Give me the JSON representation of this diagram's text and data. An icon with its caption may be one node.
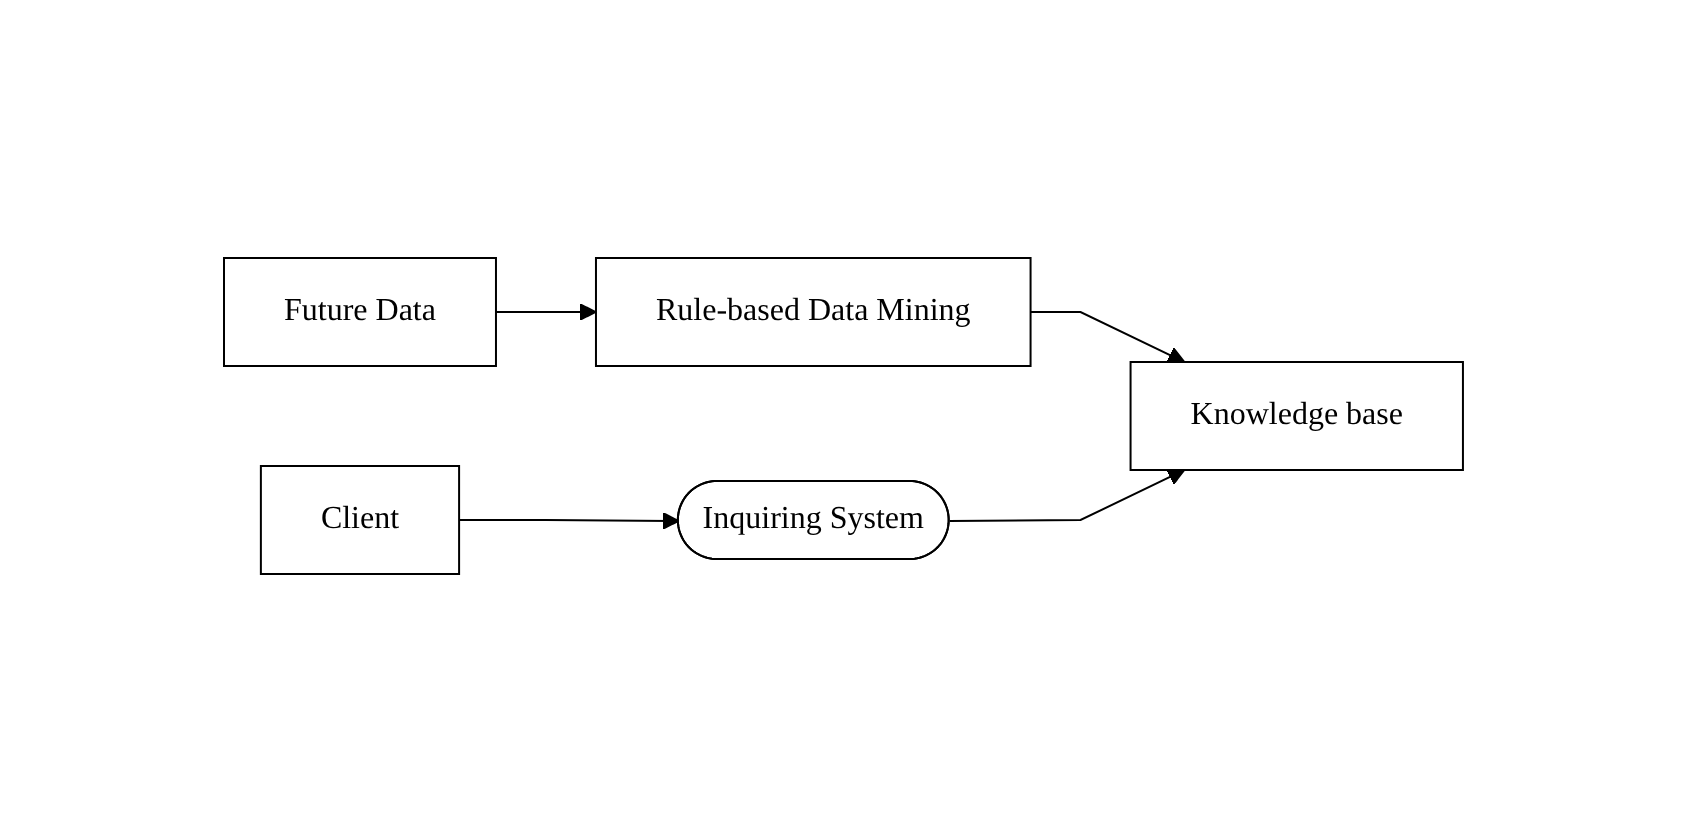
{
  "diagram": {
    "nodes": [
      {
        "text": [
          "Future Data"
        ]
      },
      {
        "text": [
          "Rule-based Data Mining"
        ]
      },
      {
        "text": [
          "Knowledge base"
        ]
      },
      {
        "text": [
          "Client"
        ]
      },
      {
        "text": [
          "Inquiring System"
        ]
      }
    ],
    "edges": [
      {
        "from": 0,
        "to": 1,
        "arrow": "to"
      },
      {
        "from": 1,
        "to": 2,
        "arrow": "to"
      },
      {
        "from": 4,
        "to": 2,
        "arrow": "to"
      },
      {
        "from": 3,
        "to": 4,
        "arrow": "to"
      }
    ]
  }
}
